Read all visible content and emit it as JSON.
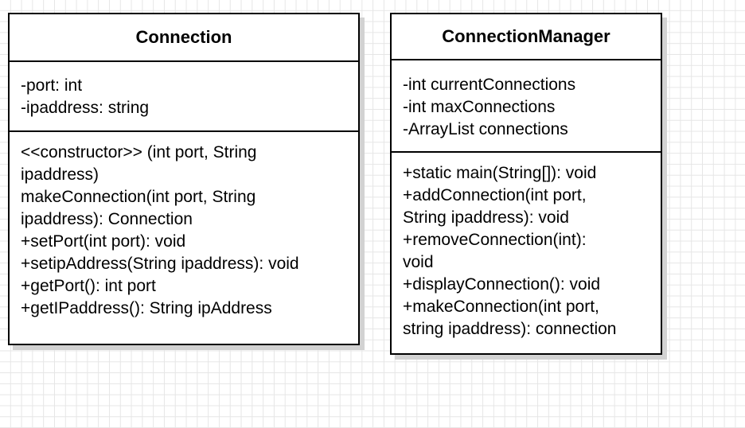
{
  "diagram": {
    "classes": [
      {
        "name": "Connection",
        "attributes": [
          "-port: int",
          "-ipaddress: string"
        ],
        "operations": [
          "<<constructor>> (int port, String",
          "ipaddress)",
          "makeConnection(int port, String",
          "ipaddress): Connection",
          "+setPort(int port): void",
          "+setipAddress(String ipaddress): void",
          "+getPort(): int port",
          "+getIPaddress(): String ipAddress"
        ]
      },
      {
        "name": "ConnectionManager",
        "attributes": [
          "-int currentConnections",
          "-int maxConnections",
          "-ArrayList connections"
        ],
        "operations": [
          "+static main(String[]): void",
          "+addConnection(int port,",
          "String ipaddress): void",
          "+removeConnection(int):",
          "void",
          "+displayConnection(): void",
          "+makeConnection(int port,",
          "string ipaddress): connection"
        ]
      }
    ]
  }
}
